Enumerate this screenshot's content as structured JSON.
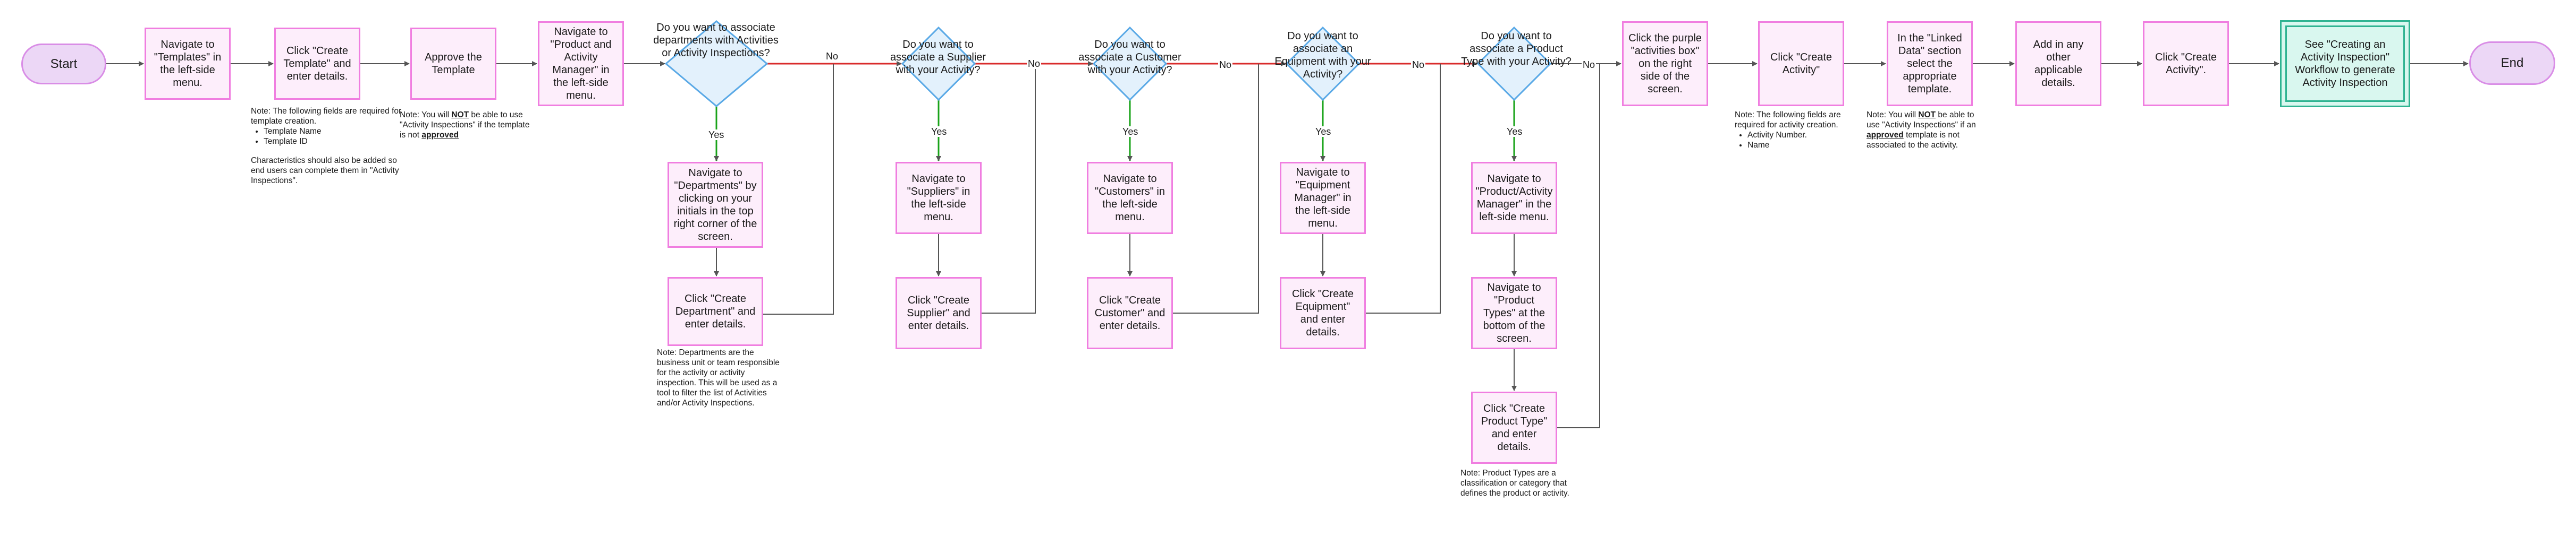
{
  "colors": {
    "process_fill": "#fdeefb",
    "process_border": "#f07ee0",
    "decision_fill": "#e3f1fc",
    "decision_border": "#5aa9e6",
    "terminal_fill": "#ecd7f6",
    "terminal_border": "#d98de6",
    "subprocess_fill": "#d9f7ef",
    "subprocess_border": "#2fb391",
    "yes_line": "#19a319",
    "no_line": "#d92b2b",
    "line": "#555555"
  },
  "nodes": {
    "start": "Start",
    "templates_nav": "Navigate to \"Templates\" in the left-side menu.",
    "create_template": "Click \"Create Template\" and enter details.",
    "approve_template": "Approve the Template",
    "pam_nav": "Navigate to \"Product and Activity Manager\" in the left-side menu.",
    "q_departments": "Do you want to associate departments with Activities or Activity Inspections?",
    "departments_nav": "Navigate to \"Departments\" by clicking on your initials in the top right corner of the screen.",
    "create_department": "Click \"Create Department\" and enter details.",
    "q_supplier": "Do you want to associate a Supplier with your Activity?",
    "suppliers_nav": "Navigate to \"Suppliers\" in the left-side menu.",
    "create_supplier": "Click \"Create Supplier\" and enter details.",
    "q_customer": "Do you want to associate a Customer with your Activity?",
    "customers_nav": "Navigate to \"Customers\" in the left-side menu.",
    "create_customer": "Click \"Create Customer\" and enter details.",
    "q_equipment": "Do you want to associate an Equipment with your Activity?",
    "equipment_nav": "Navigate to \"Equipment Manager\" in the left-side menu.",
    "create_equipment": "Click \"Create Equipment\" and enter details.",
    "q_product": "Do you want to associate a Product Type with your Activity?",
    "product_nav": "Navigate to \"Product/Activity Manager\" in the left-side menu.",
    "product_types_nav": "Navigate to \"Product Types\" at the bottom of the screen.",
    "create_product_type": "Click \"Create Product Type\" and enter details.",
    "activities_box": "Click the purple \"activities box\" on the right side of the screen.",
    "create_activity_1": "Click \"Create Activity\"",
    "linked_data": "In the \"Linked Data\" section select the appropriate template.",
    "add_details": "Add in any other applicable details.",
    "create_activity_2": "Click \"Create Activity\".",
    "see_workflow": "See \"Creating an Activity Inspection\" Workflow to generate Activity Inspection",
    "end": "End"
  },
  "labels": {
    "yes": "Yes",
    "no": "No"
  },
  "notes": {
    "template": {
      "intro": "Note: The following fields are required for template creation.",
      "items": [
        "Template Name",
        "Template ID"
      ],
      "extra": "Characteristics should also be added so end users can complete them in \"Activity Inspections\"."
    },
    "approve": {
      "a": "Note: You will ",
      "b": "NOT",
      "c": " be able to use \"Activity Inspections\" if the template is not ",
      "d": "approved"
    },
    "department": "Note: Departments are the business unit or team responsible for the activity or activity inspection.  This will be used as a tool to filter the list of Activities and/or Activity Inspections.",
    "product_type": "Note: Product Types are a classification or category that defines the product or activity.",
    "activity": {
      "intro": "Note: The following fields are required for activity creation.",
      "items": [
        "Activity Number.",
        "Name"
      ]
    },
    "linked": {
      "a": "Note: You will ",
      "b": "NOT",
      "c": " be able to use \"Activity Inspections\" if an ",
      "d": "approved",
      "e": " template is not associated to the activity."
    }
  }
}
